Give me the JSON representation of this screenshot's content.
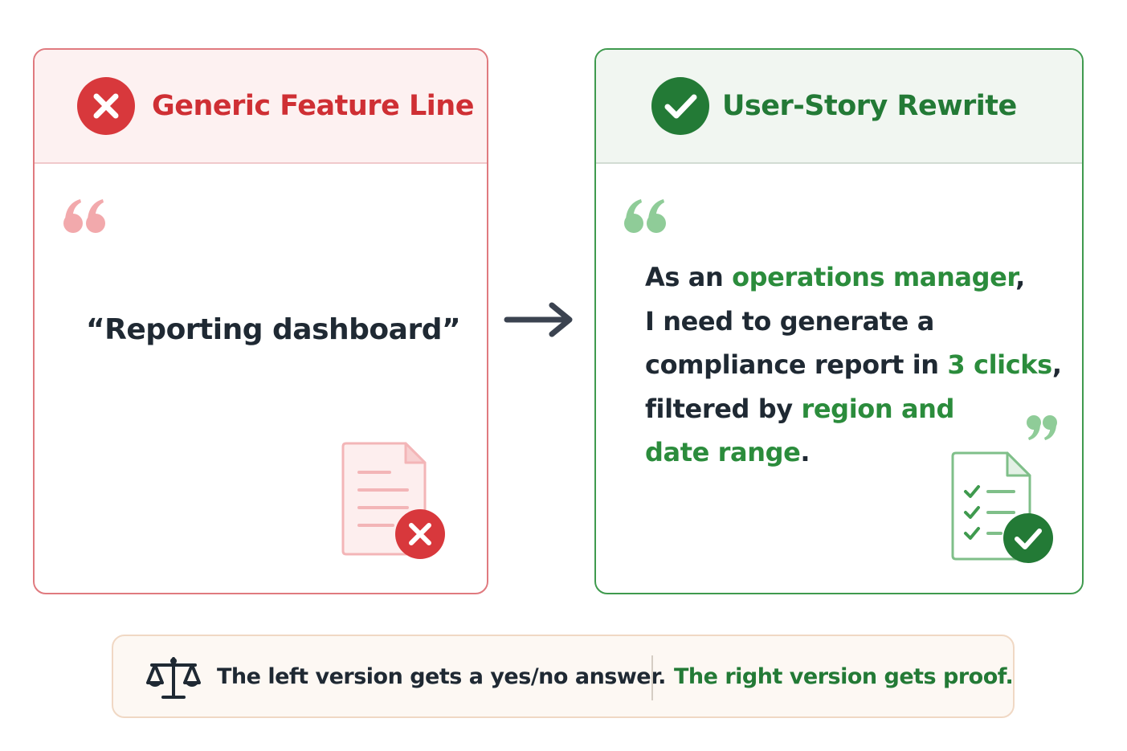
{
  "colors": {
    "bad_accent": "#cf2f34",
    "bad_light": "#f2a9ac",
    "good_accent": "#237a36",
    "good_light": "#8fcc98",
    "highlight_green": "#2b8c3c",
    "text_dark": "#1f2933"
  },
  "left_card": {
    "title": "Generic Feature Line",
    "status_icon": "x-circle-icon",
    "quote_text": "“Reporting dashboard”",
    "illustration_icon": "document-rejected-icon"
  },
  "right_card": {
    "title": "User-Story Rewrite",
    "status_icon": "check-circle-icon",
    "story": {
      "p1": "As an ",
      "h1": "operations manager",
      "p2": ",",
      "p3": "I need to generate a",
      "p4": "compliance report in ",
      "h2": "3 clicks",
      "p5": ",",
      "p6": "filtered by ",
      "h3": "region and",
      "h4": "date range",
      "p7": "."
    },
    "illustration_icon": "document-checklist-approved-icon"
  },
  "arrow_icon": "arrow-right-icon",
  "footer": {
    "icon": "balance-scale-icon",
    "left_text": "The left version gets a yes/no answer.",
    "right_text": "The right version gets proof."
  }
}
